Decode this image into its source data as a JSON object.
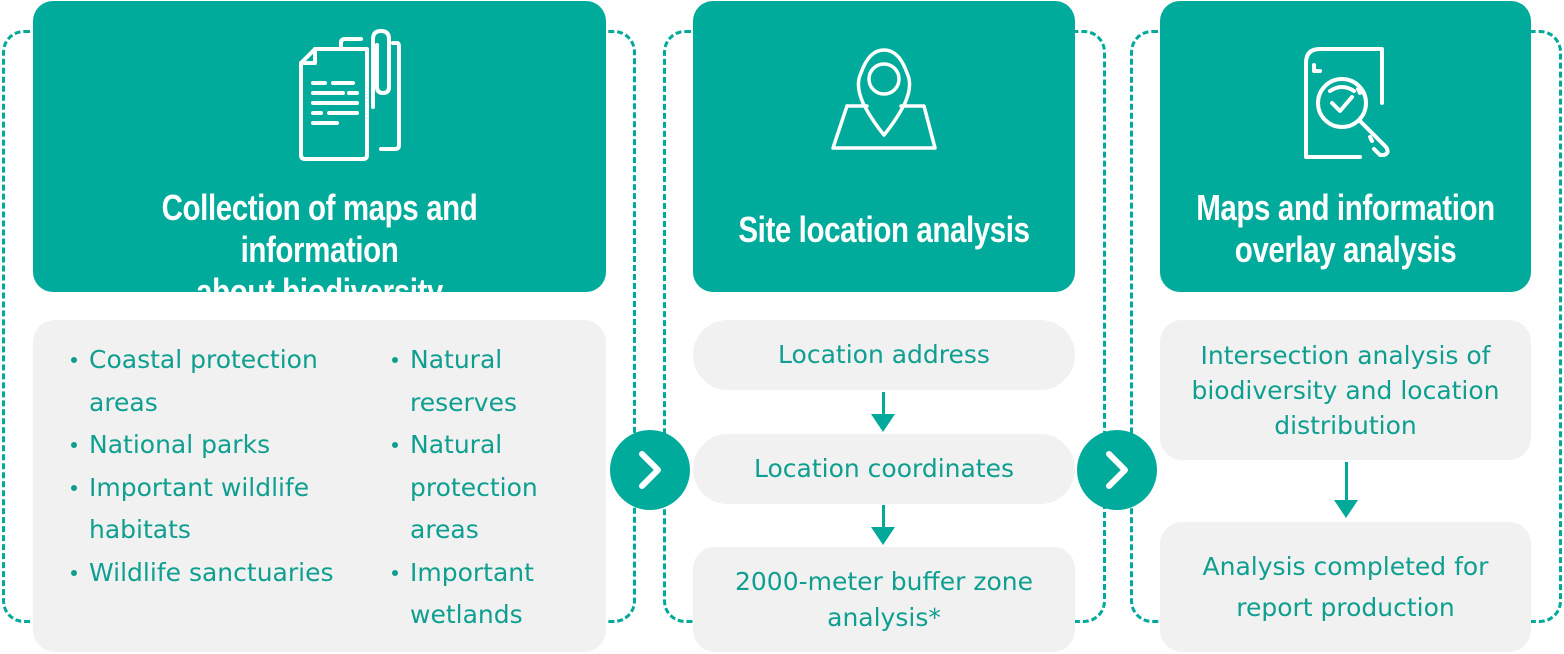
{
  "colors": {
    "primary": "#00ab9b",
    "text_teal": "#0e9f91",
    "box_gray": "#f1f1f1",
    "white": "#ffffff"
  },
  "steps": [
    {
      "icon": "document-paperclip-icon",
      "title_line1": "Collection of maps and information",
      "title_line2": "about biodiversity",
      "bullets_left": [
        [
          "Coastal protection",
          "areas"
        ],
        [
          "National parks"
        ],
        [
          "Important wildlife",
          "habitats"
        ],
        [
          "Wildlife sanctuaries"
        ]
      ],
      "bullets_right": [
        [
          "Natural",
          "reserves"
        ],
        [
          "Natural",
          "protection",
          "areas"
        ],
        [
          "Important",
          "wetlands"
        ]
      ]
    },
    {
      "icon": "map-pin-icon",
      "title_line1": "Site location analysis",
      "substeps": [
        {
          "line1": "Location address"
        },
        {
          "line1": "Location coordinates"
        },
        {
          "line1": "2000-meter buffer zone",
          "line2": "analysis*"
        }
      ]
    },
    {
      "icon": "document-magnifier-check-icon",
      "title_line1": "Maps and information",
      "title_line2": "overlay analysis",
      "substeps": [
        {
          "line1": "Intersection analysis of",
          "line2": "biodiversity and location",
          "line3": "distribution"
        },
        {
          "line1": "Analysis completed for",
          "line2": "report production"
        }
      ]
    }
  ],
  "connectors": [
    {
      "icon": "chevron-right-icon"
    },
    {
      "icon": "chevron-right-icon"
    }
  ]
}
